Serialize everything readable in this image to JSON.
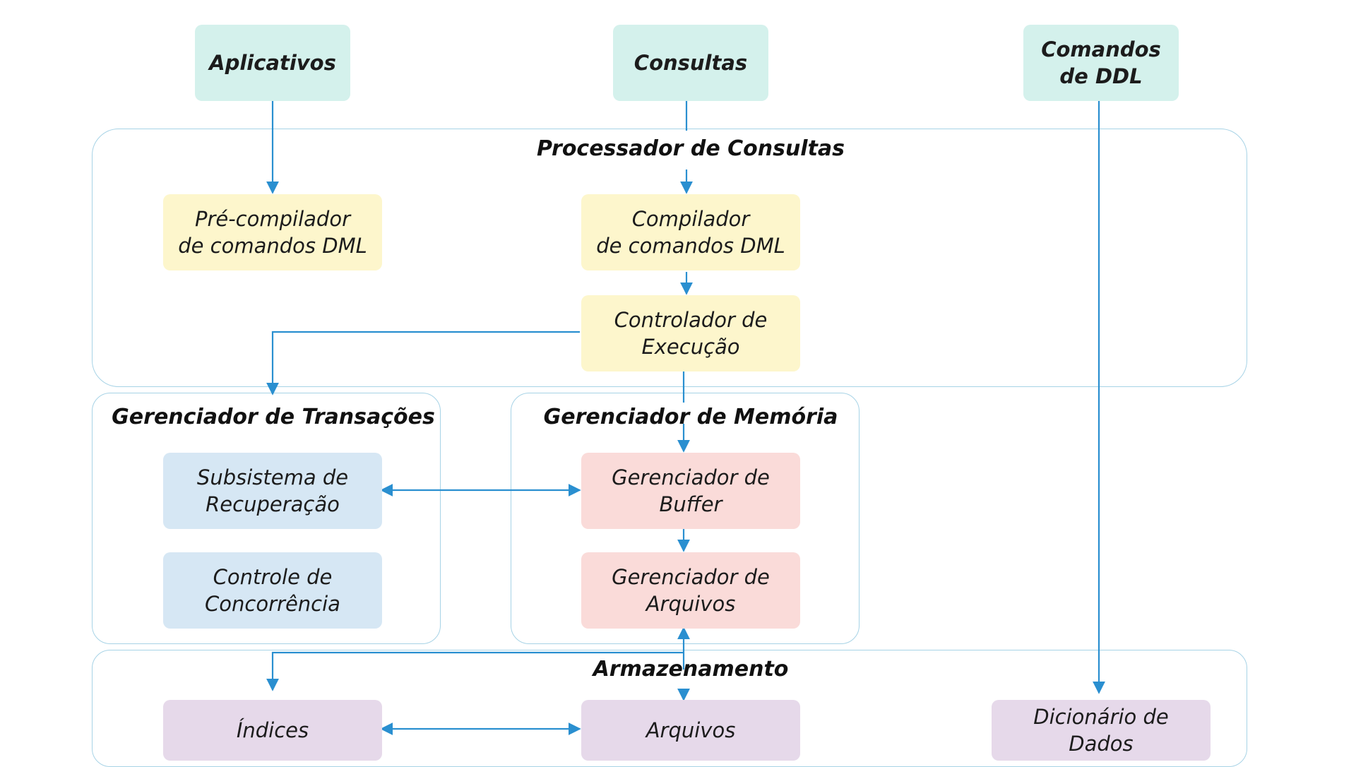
{
  "inputs": {
    "aplicativos": "Aplicativos",
    "consultas": "Consultas",
    "ddl": "Comandos\nde DDL"
  },
  "groups": {
    "processador": "Processador de Consultas",
    "transacoes": "Gerenciador de Transações",
    "memoria": "Gerenciador de Memória",
    "armazenamento": "Armazenamento"
  },
  "nodes": {
    "precompilador": "Pré-compilador\nde comandos DML",
    "compilador": "Compilador\nde comandos DML",
    "controlador": "Controlador de\nExecução",
    "recuperacao": "Subsistema de\nRecuperação",
    "concorrencia": "Controle de\nConcorrência",
    "buffer": "Gerenciador de\nBuffer",
    "gerArquivos": "Gerenciador de\nArquivos",
    "indices": "Índices",
    "arquivos": "Arquivos",
    "dicionario": "Dicionário de\nDados"
  },
  "colors": {
    "input": "#d4f1ec",
    "query": "#fdf6cc",
    "transaction": "#d6e7f4",
    "memory": "#fadbd9",
    "storage": "#e6d9ea",
    "group_border": "#a7d3e6",
    "arrow": "#2a8fd0"
  }
}
